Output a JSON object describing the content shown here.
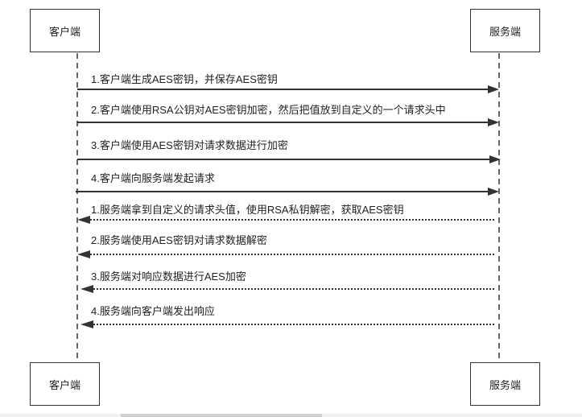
{
  "participants": {
    "client": "客户端",
    "server": "服务端"
  },
  "requests": [
    "1.客户端生成AES密钥，并保存AES密钥",
    "2.客户端使用RSA公钥对AES密钥加密，然后把值放到自定义的一个请求头中",
    "3.客户端使用AES密钥对请求数据进行加密",
    "4.客户端向服务端发起请求"
  ],
  "responses": [
    "1.服务端拿到自定义的请求头值，使用RSA私钥解密，获取AES密钥",
    "2.服务端使用AES密钥对请求数据解密",
    "3.服务端对响应数据进行AES加密",
    "4.服务端向客户端发出响应"
  ]
}
